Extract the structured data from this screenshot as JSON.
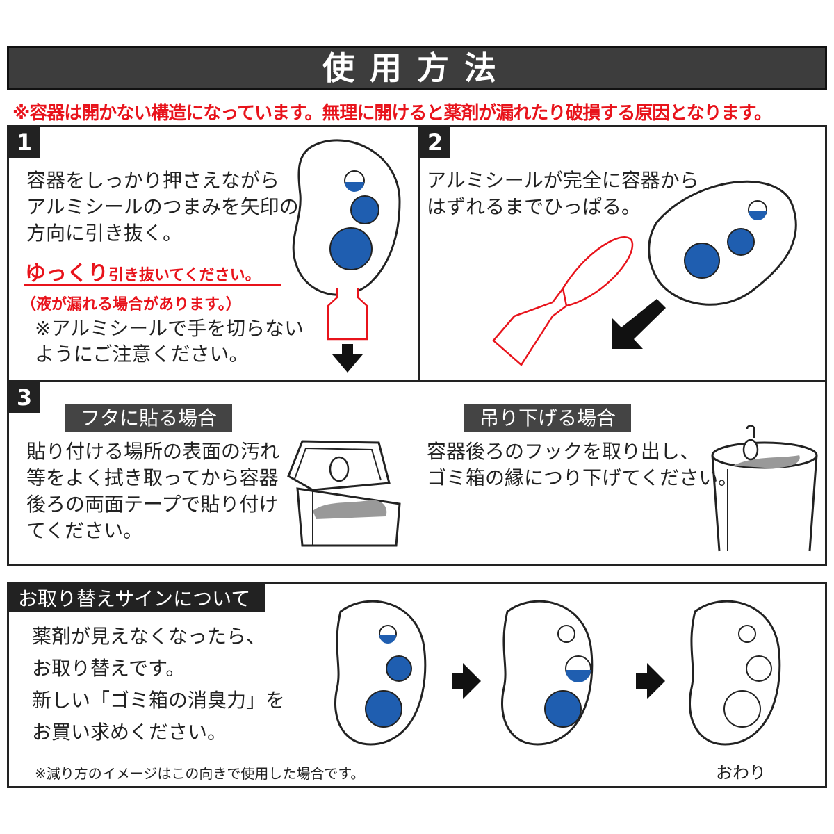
{
  "title": "使用方法",
  "warning": "※容器は開かない構造になっています。無理に開けると薬剤が漏れたり破損する原因となります。",
  "colors": {
    "accent_red": "#e8131b",
    "dot_blue": "#1f5eb0",
    "dark": "#3d3d3d"
  },
  "step1": {
    "number": "1",
    "lines": [
      "容器をしっかり押さえながら",
      "アルミシールのつまみを矢印の",
      "方向に引き抜く。"
    ],
    "emphasis_big": "ゆっくり",
    "emphasis_small": "引き抜いてください。",
    "caution": "（液が漏れる場合があります。）",
    "note_lines": [
      "※アルミシールで手を切らない",
      "ようにご注意ください。"
    ]
  },
  "step2": {
    "number": "2",
    "lines": [
      "アルミシールが完全に容器から",
      "はずれるまでひっぱる。"
    ]
  },
  "step3": {
    "number": "3",
    "lid": {
      "label": "フタに貼る場合",
      "lines": [
        "貼り付ける場所の表面の汚れ",
        "等をよく拭き取ってから容器",
        "後ろの両面テープで貼り付け",
        "てください。"
      ]
    },
    "hang": {
      "label": "吊り下げる場合",
      "lines": [
        "容器後ろのフックを取り出し、",
        "ゴミ箱の縁につり下げてください。"
      ]
    }
  },
  "replace": {
    "heading": "お取り替えサインについて",
    "lines": [
      "薬剤が見えなくなったら、",
      "お取り替えです。",
      "新しい「ゴミ箱の消臭力」を",
      "お買い求めください。"
    ],
    "note": "※減り方のイメージはこの向きで使用した場合です。",
    "end_label": "おわり"
  }
}
